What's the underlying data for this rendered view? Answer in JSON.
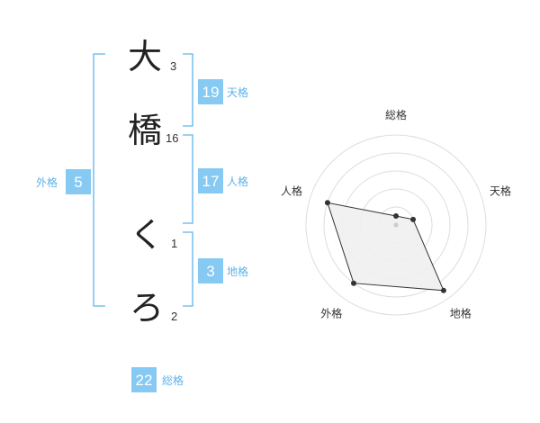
{
  "name": {
    "chars": [
      {
        "char": "大",
        "strokes": "3"
      },
      {
        "char": "橋",
        "strokes": "16"
      },
      {
        "char": "く",
        "strokes": "1"
      },
      {
        "char": "ろ",
        "strokes": "2"
      }
    ]
  },
  "fortune": {
    "tenkaku": {
      "value": "19",
      "label": "天格"
    },
    "jinkaku": {
      "value": "17",
      "label": "人格"
    },
    "chikaku": {
      "value": "3",
      "label": "地格"
    },
    "gaikaku": {
      "value": "5",
      "label": "外格"
    },
    "soukaku": {
      "value": "22",
      "label": "総格"
    }
  },
  "colors": {
    "accent": "#5fb2e8",
    "box": "#86c9f3",
    "ring": "#dddddd",
    "polygon_fill": "#f0f0f0",
    "polygon_stroke": "#333333"
  },
  "chart_data": {
    "type": "radar",
    "axes": [
      "総格",
      "天格",
      "地格",
      "外格",
      "人格"
    ],
    "values": [
      0.1,
      0.2,
      0.9,
      0.8,
      0.8
    ],
    "max": 1,
    "rings": 5
  }
}
